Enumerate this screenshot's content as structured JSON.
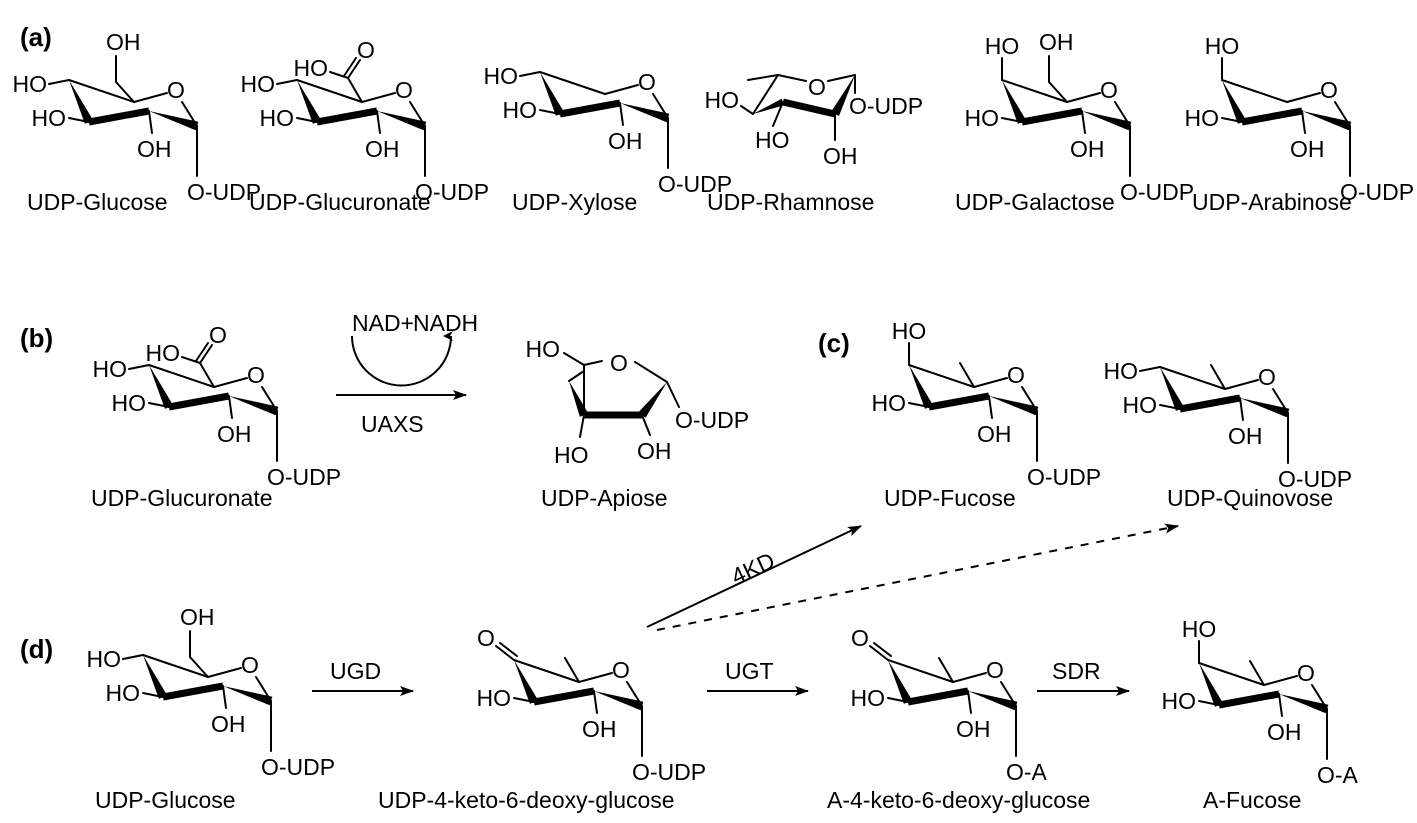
{
  "figure": {
    "panels": [
      {
        "id": "a",
        "label": "(a)"
      },
      {
        "id": "b",
        "label": "(b)"
      },
      {
        "id": "c",
        "label": "(c)"
      },
      {
        "id": "d",
        "label": "(d)"
      }
    ],
    "molecules": {
      "a_glucose": {
        "name": "UDP-Glucose",
        "panel": "a",
        "type": "pyranose",
        "c6": "CH2OH",
        "c4_axial": false,
        "aglycone": "O-UDP"
      },
      "a_glucuronate": {
        "name": "UDP-Glucuronate",
        "panel": "a",
        "type": "pyranose",
        "c6": "COOH",
        "c4_axial": false,
        "aglycone": "O-UDP"
      },
      "a_xylose": {
        "name": "UDP-Xylose",
        "panel": "a",
        "type": "pyranose",
        "c6": "none",
        "c4_axial": false,
        "aglycone": "O-UDP"
      },
      "a_rhamnose": {
        "name": "UDP-Rhamnose",
        "panel": "a",
        "type": "pyranose-flipped",
        "c6": "CH3",
        "aglycone": "O-UDP"
      },
      "a_galactose": {
        "name": "UDP-Galactose",
        "panel": "a",
        "type": "pyranose",
        "c6": "CH2OH",
        "c4_axial": true,
        "aglycone": "O-UDP"
      },
      "a_arabinose": {
        "name": "UDP-Arabinose",
        "panel": "a",
        "type": "pyranose",
        "c6": "none",
        "c4_axial": true,
        "aglycone": "O-UDP"
      },
      "b_glucuronate": {
        "name": "UDP-Glucuronate",
        "panel": "b",
        "type": "pyranose",
        "c6": "COOH",
        "c4_axial": false,
        "aglycone": "O-UDP"
      },
      "b_apiose": {
        "name": "UDP-Apiose",
        "panel": "b",
        "type": "furanose",
        "aglycone": "O-UDP"
      },
      "c_fucose": {
        "name": "UDP-Fucose",
        "panel": "c",
        "type": "pyranose",
        "c6": "CH3",
        "c4_axial": true,
        "aglycone": "O-UDP"
      },
      "c_quinovose": {
        "name": "UDP-Quinovose",
        "panel": "c",
        "type": "pyranose",
        "c6": "CH3",
        "c4_axial": false,
        "aglycone": "O-UDP"
      },
      "d_glucose": {
        "name": "UDP-Glucose",
        "panel": "d",
        "type": "pyranose",
        "c6": "CH2OH",
        "c4_axial": false,
        "aglycone": "O-UDP"
      },
      "d_keto_udp": {
        "name": "UDP-4-keto-6-deoxy-glucose",
        "panel": "d",
        "type": "pyranose",
        "c6": "CH3",
        "c4": "keto",
        "aglycone": "O-UDP"
      },
      "d_keto_a": {
        "name": "A-4-keto-6-deoxy-glucose",
        "panel": "d",
        "type": "pyranose",
        "c6": "CH3",
        "c4": "keto",
        "aglycone": "O-A"
      },
      "d_fucose_a": {
        "name": "A-Fucose",
        "panel": "d",
        "type": "pyranose",
        "c6": "CH3",
        "c4_axial": true,
        "aglycone": "O-A"
      }
    },
    "atoms": {
      "OH": "OH",
      "HO": "HO",
      "O": "O",
      "O_UDP": "O-UDP",
      "O_A": "O-A"
    },
    "reactions": [
      {
        "id": "uaxs",
        "enzyme": "UAXS",
        "from": "b_glucuronate",
        "to": "b_apiose",
        "cofactor_in": "NAD+",
        "cofactor_out": "NADH",
        "style": "solid"
      },
      {
        "id": "ugd",
        "enzyme": "UGD",
        "from": "d_glucose",
        "to": "d_keto_udp",
        "style": "solid"
      },
      {
        "id": "ugt",
        "enzyme": "UGT",
        "from": "d_keto_udp",
        "to": "d_keto_a",
        "style": "solid"
      },
      {
        "id": "sdr",
        "enzyme": "SDR",
        "from": "d_keto_a",
        "to": "d_fucose_a",
        "style": "solid"
      },
      {
        "id": "4kd",
        "enzyme": "4KD",
        "from": "d_keto_udp",
        "to": "c_fucose",
        "style": "solid"
      },
      {
        "id": "quin",
        "enzyme": "",
        "from": "d_keto_udp",
        "to": "c_quinovose",
        "style": "dashed"
      }
    ]
  }
}
